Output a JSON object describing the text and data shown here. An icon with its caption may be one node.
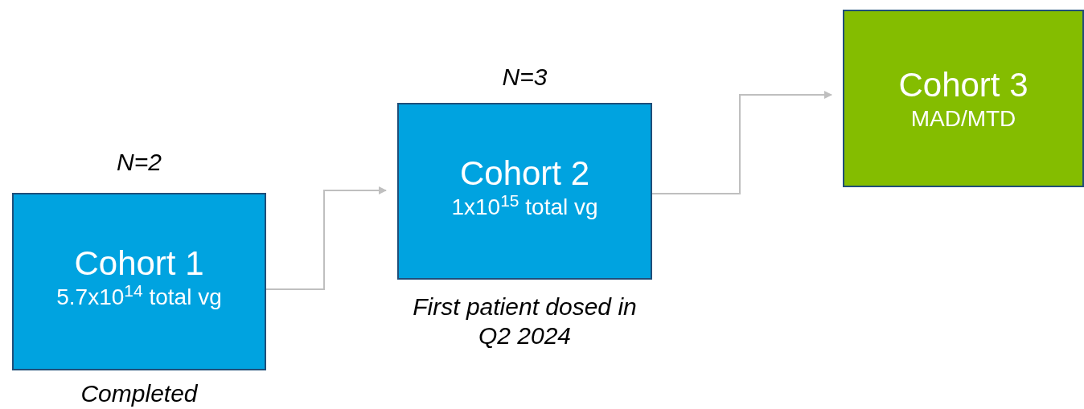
{
  "diagram": {
    "nodes": [
      {
        "text": [
          "Cohort 1",
          "5.7x10$^{14}$ total vg"
        ],
        "beside": [
          "N=2",
          "Completed"
        ]
      },
      {
        "text": [
          "Cohort 2",
          "1x10$^{15}$ total vg"
        ],
        "beside": [
          "N=3",
          "First patient dosed in Q2 2024"
        ]
      },
      {
        "text": [
          "Cohort 3",
          "MAD/MTD"
        ]
      }
    ],
    "edges": [
      {
        "from": 0,
        "to": 1,
        "arrow": "to"
      },
      {
        "from": 1,
        "to": 2,
        "arrow": "to"
      }
    ]
  }
}
